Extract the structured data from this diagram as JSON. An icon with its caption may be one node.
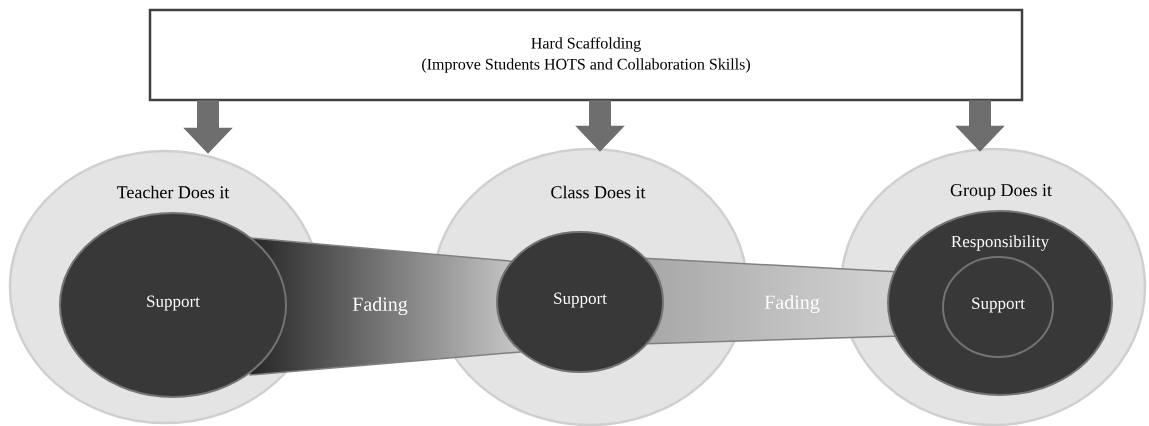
{
  "diagram": {
    "nodes": [
      {
        "text": [
          "Hard Scaffolding",
          "(Improve Students HOTS and Collaboration Skills)"
        ]
      },
      {
        "text": [
          "Teacher Does it"
        ]
      },
      {
        "text": [
          "Support"
        ],
        "in": 1
      },
      {
        "text": [
          "Fading"
        ]
      },
      {
        "text": [
          "Class Does it"
        ]
      },
      {
        "text": [
          "Support"
        ],
        "in": 4
      },
      {
        "text": [
          "Fading"
        ]
      },
      {
        "text": [
          "Group Does it"
        ]
      },
      {
        "text": [
          "Responsibility"
        ],
        "in": 7
      },
      {
        "text": [
          "Support"
        ],
        "in": 8
      }
    ],
    "edges": [
      {
        "from": 0,
        "to": 1,
        "arrow": "to"
      },
      {
        "from": 0,
        "to": 4,
        "arrow": "to"
      },
      {
        "from": 0,
        "to": 7,
        "arrow": "to"
      }
    ]
  }
}
